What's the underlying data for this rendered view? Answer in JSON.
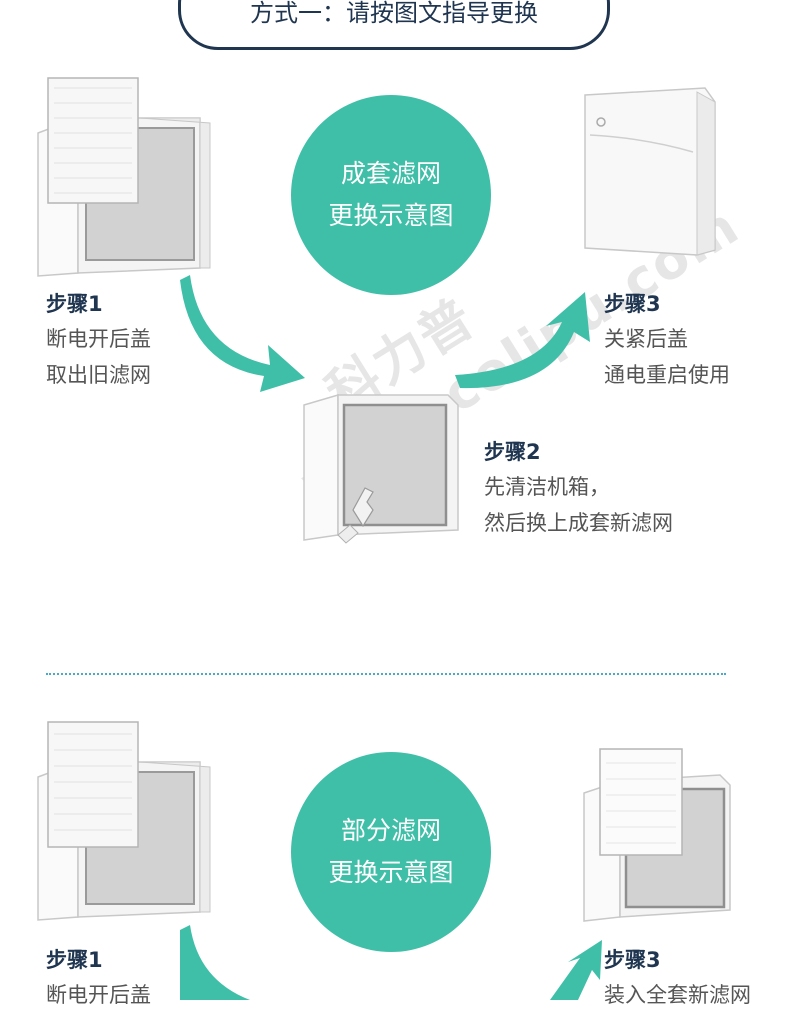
{
  "header": {
    "title": "方式一：请按图文指导更换"
  },
  "section1": {
    "circle_line1": "成套滤网",
    "circle_line2": "更换示意图",
    "step1": {
      "title": "步骤1",
      "line1": "断电开后盖",
      "line2": "取出旧滤网"
    },
    "step2": {
      "title": "步骤2",
      "line1": "先清洁机箱，",
      "line2": "然后换上成套新滤网"
    },
    "step3": {
      "title": "步骤3",
      "line1": "关紧后盖",
      "line2": "通电重启使用"
    }
  },
  "section2": {
    "circle_line1": "部分滤网",
    "circle_line2": "更换示意图",
    "step1": {
      "title": "步骤1",
      "line1": "断电开后盖"
    },
    "step3": {
      "title": "步骤3",
      "line1": "装入全套新滤网"
    }
  },
  "watermark": {
    "line1": "科力普",
    "line2": "www.colipu.com"
  },
  "colors": {
    "accent": "#40bfa8",
    "navy": "#1f3550",
    "divider": "#4aa8c8"
  }
}
